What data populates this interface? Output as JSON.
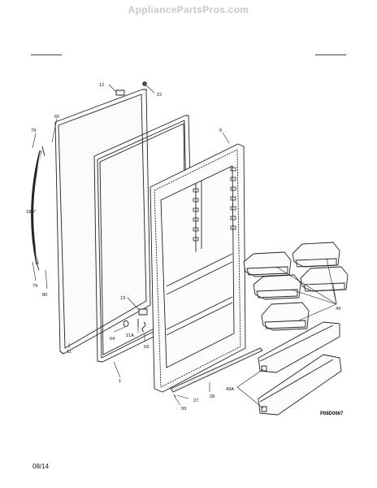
{
  "header": {
    "site": "AppliancePartsPros.com"
  },
  "diagram": {
    "code": "P08D0667",
    "labels": {
      "door_panel": "60",
      "hinge_pin": "79",
      "hinge_pin_bottom": "79",
      "handle": "18",
      "screw_bottom": "80",
      "cover": "12",
      "bushing": "22",
      "gasket_outer": "9",
      "screw_small": "13",
      "plug": "64",
      "stop": "21A",
      "spring": "59",
      "door_frame": "11",
      "gasket": "1",
      "trim": "27",
      "strip": "28",
      "screw_93": "93",
      "bin": "49",
      "bin_large": "49A"
    }
  },
  "footer": {
    "date": "08/14"
  }
}
